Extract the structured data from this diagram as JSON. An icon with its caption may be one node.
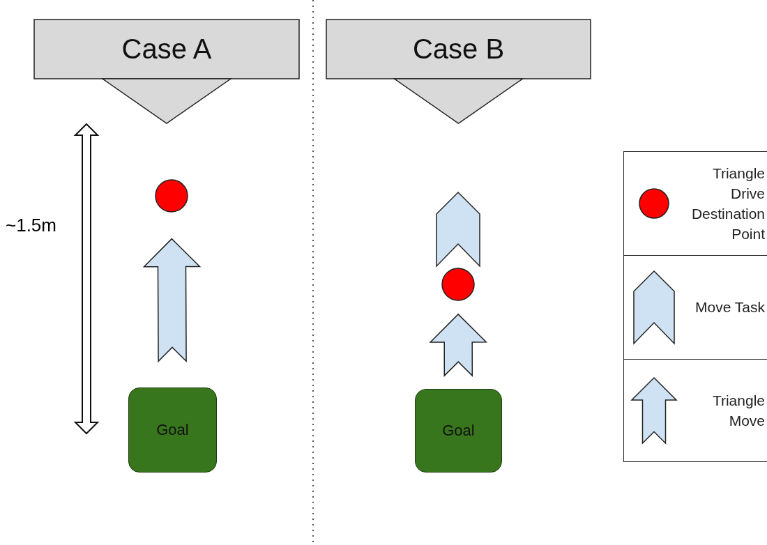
{
  "diagram": {
    "nodes": [
      {
        "text": [
          "Case A"
        ]
      },
      {
        "text": [
          "Case B"
        ]
      },
      {
        "text": [],
        "shape": "dimension-line",
        "beside": [
          "~1.5m"
        ]
      },
      {
        "text": [],
        "shape": "circle"
      },
      {
        "text": [
          "Goal"
        ]
      },
      {
        "text": [],
        "shape": "chevron"
      },
      {
        "text": [],
        "shape": "circle"
      },
      {
        "text": [
          "Goal"
        ]
      }
    ],
    "edges": [
      {
        "from": 4,
        "to": 3,
        "arrow": "to"
      },
      {
        "from": 7,
        "to": 6,
        "arrow": "to"
      }
    ],
    "legend": [
      {
        "text": "Triangle Drive Destination Point"
      },
      {
        "text": "Move Task"
      },
      {
        "text": "Triangle Move"
      }
    ]
  }
}
